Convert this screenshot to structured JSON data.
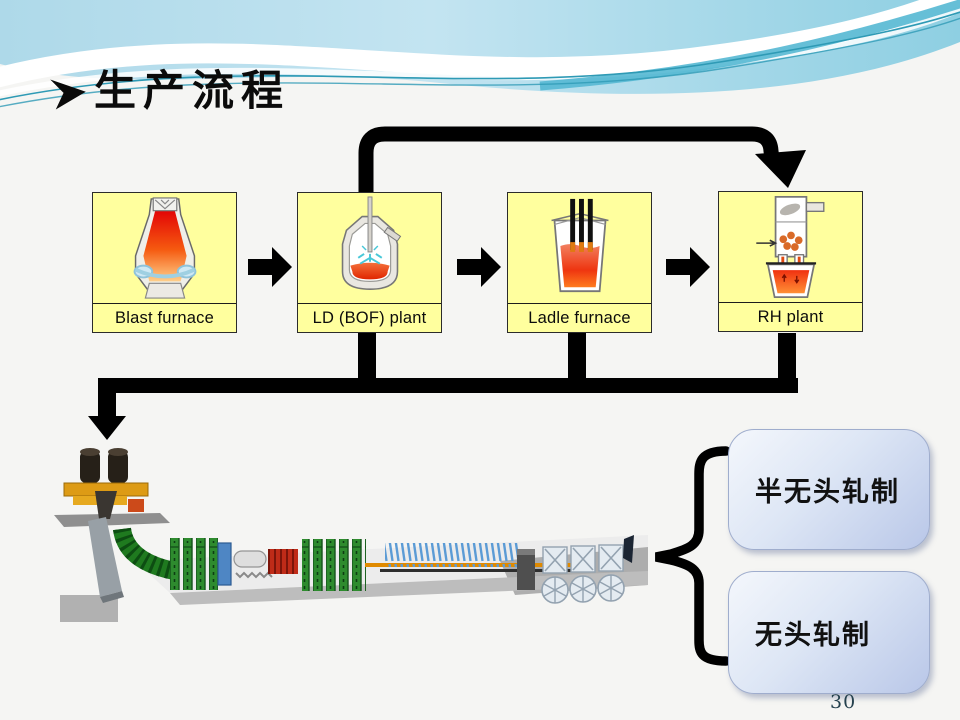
{
  "slide": {
    "title": "生产流程",
    "page_number": "30"
  },
  "process_flow": {
    "boxes": [
      {
        "id": "blast-furnace",
        "label": "Blast furnace"
      },
      {
        "id": "ld-bof-plant",
        "label": "LD (BOF) plant"
      },
      {
        "id": "ladle-furnace",
        "label": "Ladle furnace"
      },
      {
        "id": "rh-plant",
        "label": "RH plant"
      }
    ]
  },
  "rolling_section": {
    "image_name": "thin-slab-casting-and-rolling-line",
    "callouts": [
      {
        "label": "半无头轧制"
      },
      {
        "label": "无头轧制"
      }
    ]
  },
  "colors": {
    "flow_box_fill": "#FFFF9E",
    "connector": "#000000",
    "banner_blue": "#A9D8E8",
    "banner_teal_line": "#2E9AB5",
    "callout_gradient_start": "#F4F7FC",
    "callout_gradient_end": "#B9C7E8"
  }
}
